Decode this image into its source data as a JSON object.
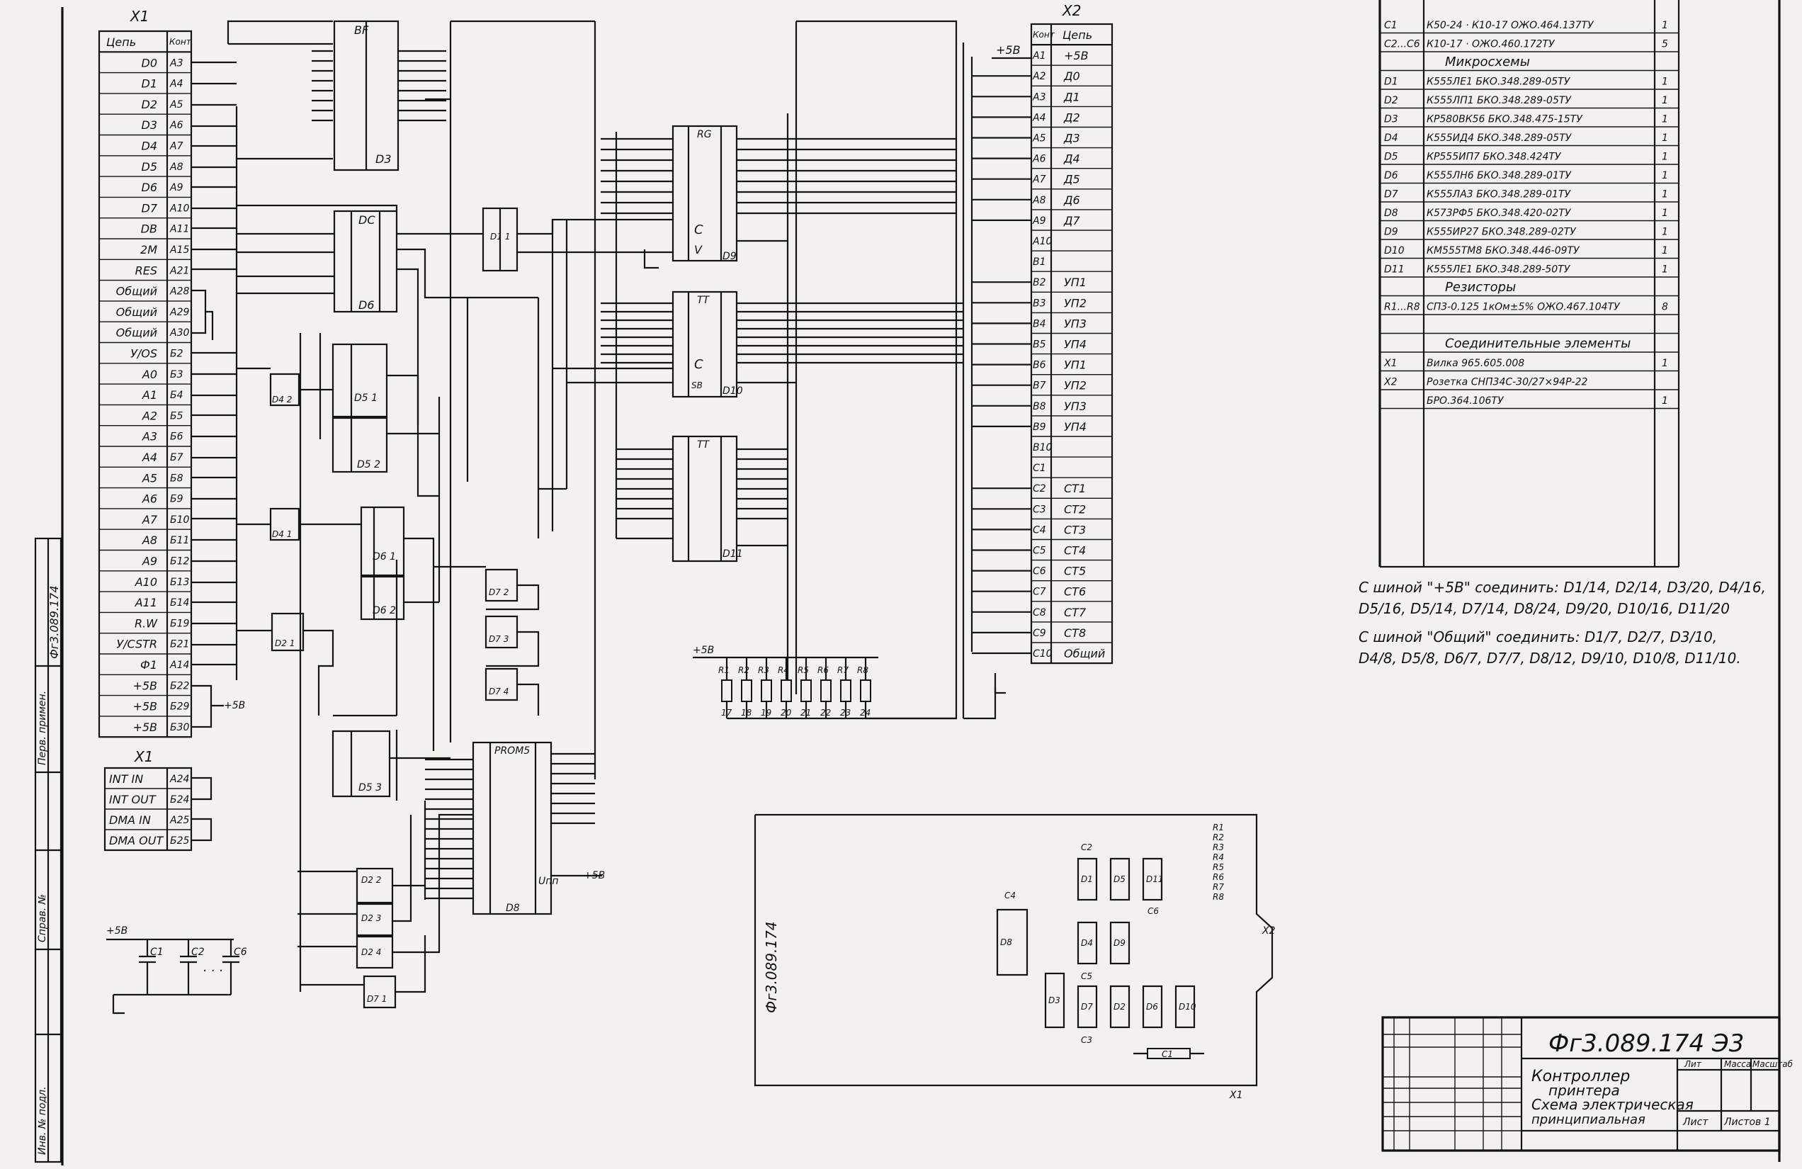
{
  "x1": {
    "title": "X1",
    "hdr_name": "Цепь",
    "hdr_pin": "Конт",
    "rows": [
      {
        "name": "D0",
        "pin": "A3"
      },
      {
        "name": "D1",
        "pin": "A4"
      },
      {
        "name": "D2",
        "pin": "A5"
      },
      {
        "name": "D3",
        "pin": "A6"
      },
      {
        "name": "D4",
        "pin": "A7"
      },
      {
        "name": "D5",
        "pin": "A8"
      },
      {
        "name": "D6",
        "pin": "A9"
      },
      {
        "name": "D7",
        "pin": "A10"
      },
      {
        "name": "DB",
        "pin": "A11"
      },
      {
        "name": "2M",
        "pin": "A15"
      },
      {
        "name": "RES",
        "pin": "A21"
      },
      {
        "name": "Общий",
        "pin": "A28"
      },
      {
        "name": "Общий",
        "pin": "A29"
      },
      {
        "name": "Общий",
        "pin": "A30"
      },
      {
        "name": "У/OS",
        "pin": "Б2"
      },
      {
        "name": "A0",
        "pin": "Б3"
      },
      {
        "name": "A1",
        "pin": "Б4"
      },
      {
        "name": "A2",
        "pin": "Б5"
      },
      {
        "name": "A3",
        "pin": "Б6"
      },
      {
        "name": "A4",
        "pin": "Б7"
      },
      {
        "name": "A5",
        "pin": "Б8"
      },
      {
        "name": "A6",
        "pin": "Б9"
      },
      {
        "name": "A7",
        "pin": "Б10"
      },
      {
        "name": "A8",
        "pin": "Б11"
      },
      {
        "name": "A9",
        "pin": "Б12"
      },
      {
        "name": "A10",
        "pin": "Б13"
      },
      {
        "name": "A11",
        "pin": "Б14"
      },
      {
        "name": "R.W",
        "pin": "Б19"
      },
      {
        "name": "У/CSTR",
        "pin": "Б21"
      },
      {
        "name": "Ф1",
        "pin": "A14"
      },
      {
        "name": "+5В",
        "pin": "Б22"
      },
      {
        "name": "+5В",
        "pin": "Б29"
      },
      {
        "name": "+5В",
        "pin": "Б30"
      }
    ]
  },
  "x1b": {
    "title": "X1",
    "rows": [
      {
        "name": "INT IN",
        "pin": "A24"
      },
      {
        "name": "INT OUT",
        "pin": "Б24"
      },
      {
        "name": "DMA IN",
        "pin": "A25"
      },
      {
        "name": "DMA OUT",
        "pin": "Б25"
      }
    ]
  },
  "x2": {
    "title": "X2",
    "hdr_name": "Цепь",
    "hdr_pin": "Конт",
    "plus5": "+5В",
    "rows": [
      {
        "pin": "A1",
        "name": "+5В"
      },
      {
        "pin": "A2",
        "name": "Д0"
      },
      {
        "pin": "A3",
        "name": "Д1"
      },
      {
        "pin": "A4",
        "name": "Д2"
      },
      {
        "pin": "A5",
        "name": "Д3"
      },
      {
        "pin": "A6",
        "name": "Д4"
      },
      {
        "pin": "A7",
        "name": "Д5"
      },
      {
        "pin": "A8",
        "name": "Д6"
      },
      {
        "pin": "A9",
        "name": "Д7"
      },
      {
        "pin": "A10",
        "name": ""
      },
      {
        "pin": "B1",
        "name": ""
      },
      {
        "pin": "B2",
        "name": "УП1"
      },
      {
        "pin": "B3",
        "name": "УП2"
      },
      {
        "pin": "B4",
        "name": "УП3"
      },
      {
        "pin": "B5",
        "name": "УП4"
      },
      {
        "pin": "B6",
        "name": "УП1"
      },
      {
        "pin": "B7",
        "name": "УП2"
      },
      {
        "pin": "B8",
        "name": "УП3"
      },
      {
        "pin": "B9",
        "name": "УП4"
      },
      {
        "pin": "B10",
        "name": ""
      },
      {
        "pin": "C1",
        "name": ""
      },
      {
        "pin": "C2",
        "name": "СТ1"
      },
      {
        "pin": "C3",
        "name": "СТ2"
      },
      {
        "pin": "C4",
        "name": "СТ3"
      },
      {
        "pin": "C5",
        "name": "СТ4"
      },
      {
        "pin": "C6",
        "name": "СТ5"
      },
      {
        "pin": "C7",
        "name": "СТ6"
      },
      {
        "pin": "C8",
        "name": "СТ7"
      },
      {
        "pin": "C9",
        "name": "СТ8"
      },
      {
        "pin": "C10",
        "name": "Общий"
      }
    ]
  },
  "chips": {
    "d3": {
      "label": "D3",
      "type": "BF"
    },
    "d9": {
      "label": "D9",
      "type": "RG",
      "c": "C",
      "v": "V"
    },
    "d10": {
      "label": "D10",
      "type": "TT",
      "c": "C",
      "s": "SB"
    },
    "d11": {
      "label": "D11",
      "type": "TT"
    },
    "d6": {
      "label": "D6",
      "type": "DC"
    },
    "d8": {
      "label": "D8",
      "type": "PROM5",
      "vcc": "Uпп"
    },
    "d5_1": {
      "label": "D5 1"
    },
    "d5_2": {
      "label": "D5 2"
    },
    "d5_3": {
      "label": "D5 3"
    },
    "d6_1": {
      "label": "D6 1"
    },
    "d6_2": {
      "label": "D6 2"
    },
    "d7_1": {
      "label": "D7 1"
    },
    "d7_2": {
      "label": "D7 2"
    },
    "d7_3": {
      "label": "D7 3"
    },
    "d7_4": {
      "label": "D7 4"
    },
    "d2_1": {
      "label": "D2 1"
    },
    "d2_2": {
      "label": "D2 2"
    },
    "d2_3": {
      "label": "D2 3"
    },
    "d2_4": {
      "label": "D2 4"
    },
    "d1_1": {
      "label": "D1 1"
    },
    "d4_1": {
      "label": "D4 1"
    },
    "d4_2": {
      "label": "D4 2"
    }
  },
  "resistors": {
    "supply": "+5В",
    "labels": [
      "R1",
      "R2",
      "R3",
      "R4",
      "R5",
      "R6",
      "R7",
      "R8"
    ],
    "pins": [
      "17",
      "18",
      "19",
      "20",
      "21",
      "22",
      "23",
      "24"
    ]
  },
  "caps": {
    "supply": "+5В",
    "labels": [
      "C1",
      "C2",
      "C6"
    ],
    "dots": "· · ·"
  },
  "misc": {
    "plus5_a": "+5В",
    "plus5_b": "+5В",
    "plus5_c": "+5В"
  },
  "bom": {
    "rows": [
      {
        "pos": "C1",
        "name": "К50-24 · К10-17 ОЖО.464.137ТУ",
        "qty": "1"
      },
      {
        "pos": "C2...C6",
        "name": "К10-17 · ОЖО.460.172ТУ",
        "qty": "5"
      },
      {
        "pos": "",
        "name": "Микросхемы",
        "qty": ""
      },
      {
        "pos": "D1",
        "name": "К555ЛЕ1  БКО.348.289-05ТУ",
        "qty": "1"
      },
      {
        "pos": "D2",
        "name": "К555ЛП1  БКО.348.289-05ТУ",
        "qty": "1"
      },
      {
        "pos": "D3",
        "name": "КР580ВК56  БКО.348.475-15ТУ",
        "qty": "1"
      },
      {
        "pos": "D4",
        "name": "К555ИД4  БКО.348.289-05ТУ",
        "qty": "1"
      },
      {
        "pos": "D5",
        "name": "КР555ИП7  БКО.348.424ТУ",
        "qty": "1"
      },
      {
        "pos": "D6",
        "name": "К555ЛН6  БКО.348.289-01ТУ",
        "qty": "1"
      },
      {
        "pos": "D7",
        "name": "К555ЛА3  БКО.348.289-01ТУ",
        "qty": "1"
      },
      {
        "pos": "D8",
        "name": "К573РФ5  БКО.348.420-02ТУ",
        "qty": "1"
      },
      {
        "pos": "D9",
        "name": "К555ИР27  БКО.348.289-02ТУ",
        "qty": "1"
      },
      {
        "pos": "D10",
        "name": "КМ555ТМ8  БКО.348.446-09ТУ",
        "qty": "1"
      },
      {
        "pos": "D11",
        "name": "К555ЛЕ1  БКО.348.289-50ТУ",
        "qty": "1"
      },
      {
        "pos": "",
        "name": "Резисторы",
        "qty": ""
      },
      {
        "pos": "R1...R8",
        "name": "СП3-0.125 1кОм±5% ОЖО.467.104ТУ",
        "qty": "8"
      },
      {
        "pos": "",
        "name": "",
        "qty": ""
      },
      {
        "pos": "",
        "name": "Соединительные элементы",
        "qty": ""
      },
      {
        "pos": "X1",
        "name": "Вилка 965.605.008",
        "qty": "1"
      },
      {
        "pos": "X2",
        "name": "Розетка СНП34С-30/27×94Р-22",
        "qty": ""
      },
      {
        "pos": "",
        "name": "БРО.364.106ТУ",
        "qty": "1"
      }
    ]
  },
  "notes": [
    "С шиной \"+5В\" соединить: D1/14, D2/14, D3/20, D4/16,",
    "D5/16, D5/14, D7/14, D8/24, D9/20, D10/16, D11/20",
    "С шиной \"Общий\" соединить: D1/7, D2/7, D3/10,",
    "D4/8, D5/8, D6/7, D7/7, D8/12, D9/10, D10/8, D11/10."
  ],
  "board": {
    "code": "Фг3.089.174",
    "connector": "X1",
    "x2": "X2",
    "chips": [
      "D1",
      "D5",
      "D11",
      "D4",
      "D9",
      "D8",
      "D7",
      "D2",
      "D6",
      "D10",
      "D3"
    ],
    "caps": [
      "C2",
      "C4",
      "C6",
      "C5",
      "C3",
      "C1"
    ],
    "rlist": [
      "R1",
      "R2",
      "R3",
      "R4",
      "R5",
      "R6",
      "R7",
      "R8"
    ]
  },
  "stamp": {
    "doc": "Фг3.089.174 Э3",
    "title1": "Контроллер",
    "title2": "принтера",
    "title3": "Схема электрическая",
    "title4": "принципиальная",
    "lit": "Лит",
    "mass": "Масса",
    "scale": "Масштаб",
    "sheet": "Лист",
    "sheets": "Листов 1"
  },
  "side": {
    "a": "Фг3.089.174",
    "b": "Перв. примен.",
    "c": "Справ. №",
    "d": "Инв. № подл."
  }
}
